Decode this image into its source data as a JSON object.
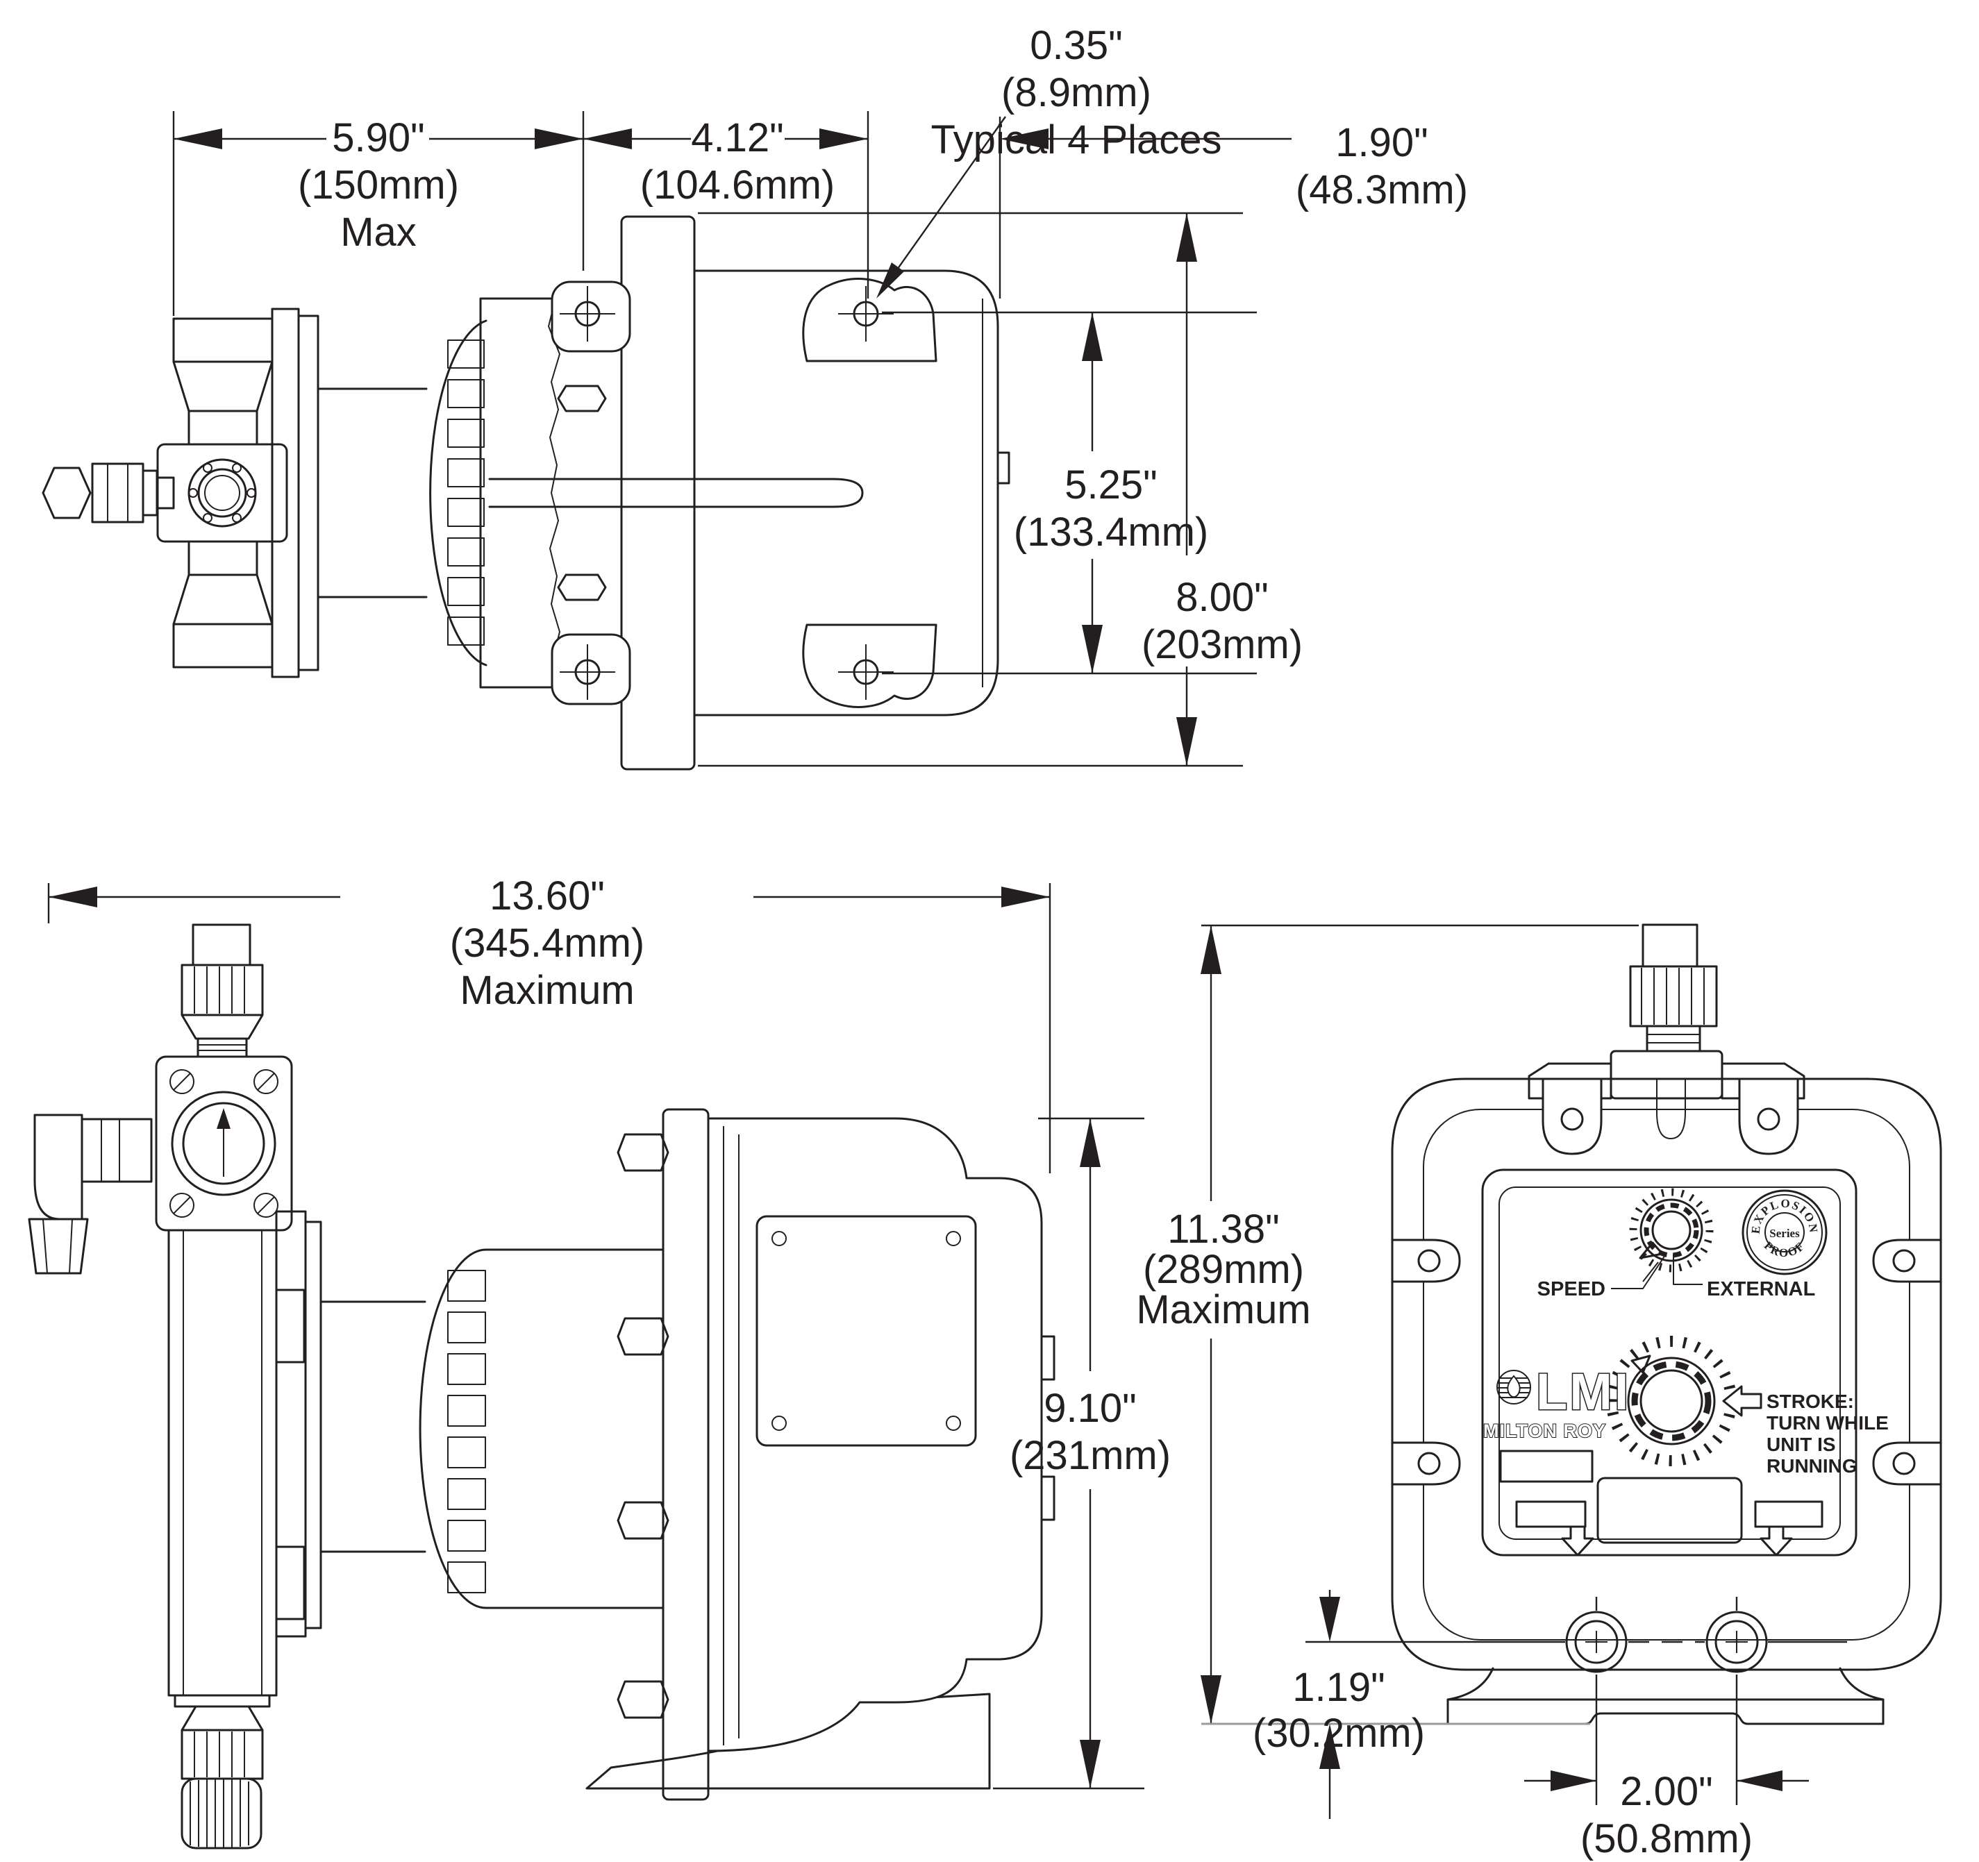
{
  "drawing": {
    "dims": {
      "head_width": {
        "in": "5.90\"",
        "mm": "(150mm)",
        "note": "Max"
      },
      "flange_to_hole": {
        "in": "4.12\"",
        "mm": "(104.6mm)"
      },
      "mount_hole": {
        "in": "0.35\"",
        "mm": "(8.9mm)",
        "note": "Typical 4 Places"
      },
      "hole_to_edge": {
        "in": "1.90\"",
        "mm": "(48.3mm)"
      },
      "hole_span": {
        "in": "5.25\"",
        "mm": "(133.4mm)"
      },
      "body_height": {
        "in": "8.00\"",
        "mm": "(203mm)"
      },
      "overall_length": {
        "in": "13.60\"",
        "mm": "(345.4mm)",
        "note": "Maximum"
      },
      "side_height": {
        "in": "9.10\"",
        "mm": "(231mm)"
      },
      "overall_height": {
        "in": "11.38\"",
        "mm": "(289mm)",
        "note": "Maximum"
      },
      "base_hole_height": {
        "in": "1.19\"",
        "mm": "(30.2mm)"
      },
      "base_hole_span": {
        "in": "2.00\"",
        "mm": "(50.8mm)"
      }
    },
    "panel": {
      "speed_label": "SPEED",
      "external_label": "EXTERNAL",
      "stroke_lines": [
        "STROKE:",
        "TURN WHILE",
        "UNIT IS",
        "RUNNING"
      ],
      "badge": {
        "arc_top": "EXPLOSION",
        "arc_bottom": "PROOF",
        "center": "Series"
      },
      "logo": {
        "name": "LMI",
        "subtitle": "MILTON ROY"
      }
    }
  }
}
